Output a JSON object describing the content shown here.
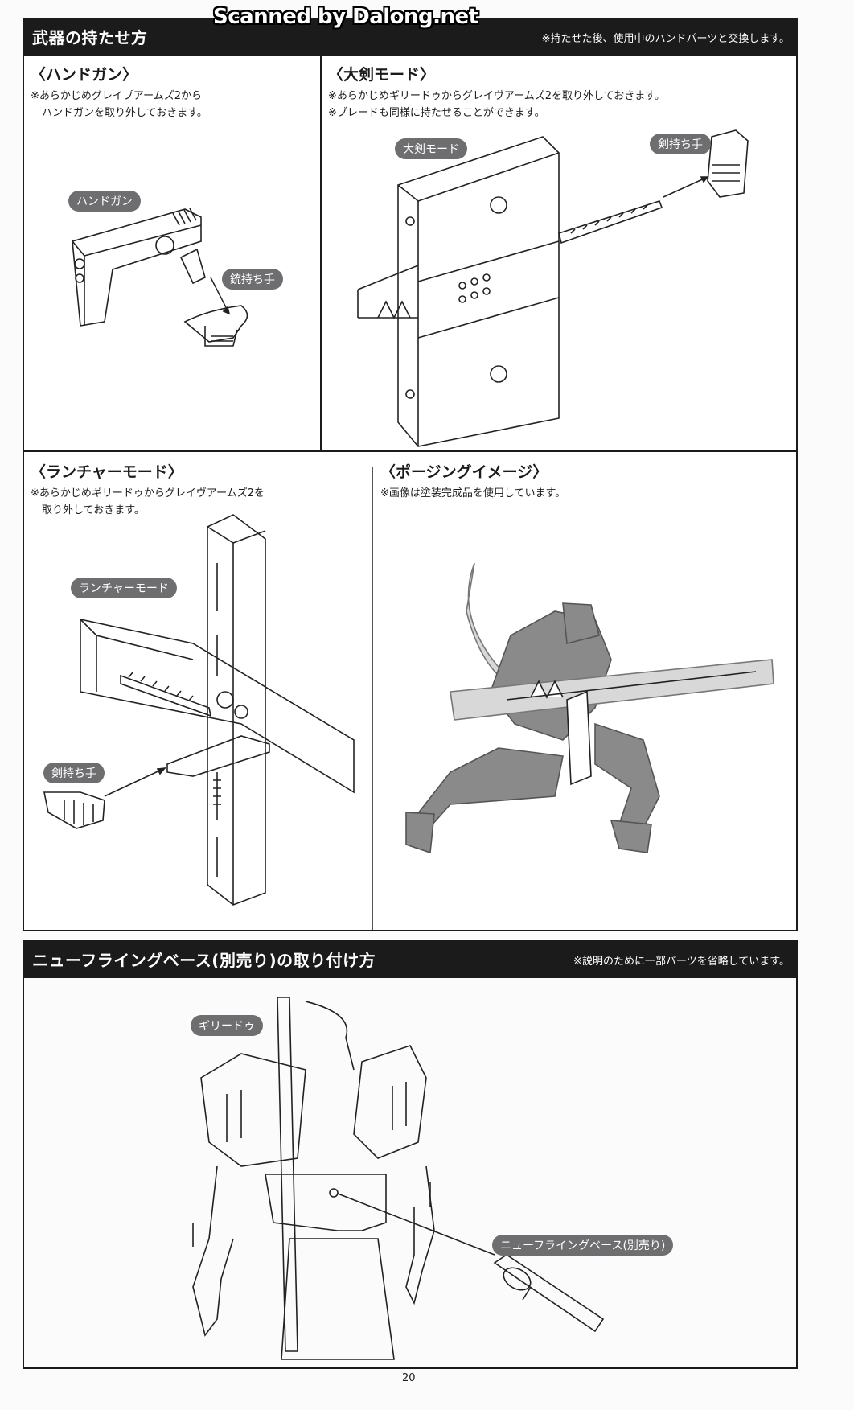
{
  "watermark": "Scanned by Dalong.net",
  "weapons_section": {
    "title": "武器の持たせ方",
    "note": "※持たせた後、使用中のハンドパーツと交換します。",
    "handgun": {
      "heading": "〈ハンドガン〉",
      "notes": [
        "※あらかじめグレイプアームズ2から",
        "ハンドガンを取り外しておきます。"
      ],
      "labels": {
        "weapon": "ハンドガン",
        "hand": "銃持ち手"
      }
    },
    "greatsword": {
      "heading": "〈大剣モード〉",
      "notes": [
        "※あらかじめギリードゥからグレイヴアームズ2を取り外しておきます。",
        "※ブレードも同様に持たせることができます。"
      ],
      "labels": {
        "weapon": "大剣モード",
        "hand": "剣持ち手"
      }
    },
    "launcher": {
      "heading": "〈ランチャーモード〉",
      "notes": [
        "※あらかじめギリードゥからグレイヴアームズ2を",
        "取り外しておきます。"
      ],
      "labels": {
        "weapon": "ランチャーモード",
        "hand": "剣持ち手"
      }
    },
    "posing": {
      "heading": "〈ポージングイメージ〉",
      "notes": [
        "※画像は塗装完成品を使用しています。"
      ]
    }
  },
  "base_section": {
    "title": "ニューフライングベース(別売り)の取り付け方",
    "note": "※説明のために一部パーツを省略しています。",
    "labels": {
      "figure": "ギリードゥ",
      "base": "ニューフライングベース(別売り)"
    }
  },
  "page_number": "20"
}
